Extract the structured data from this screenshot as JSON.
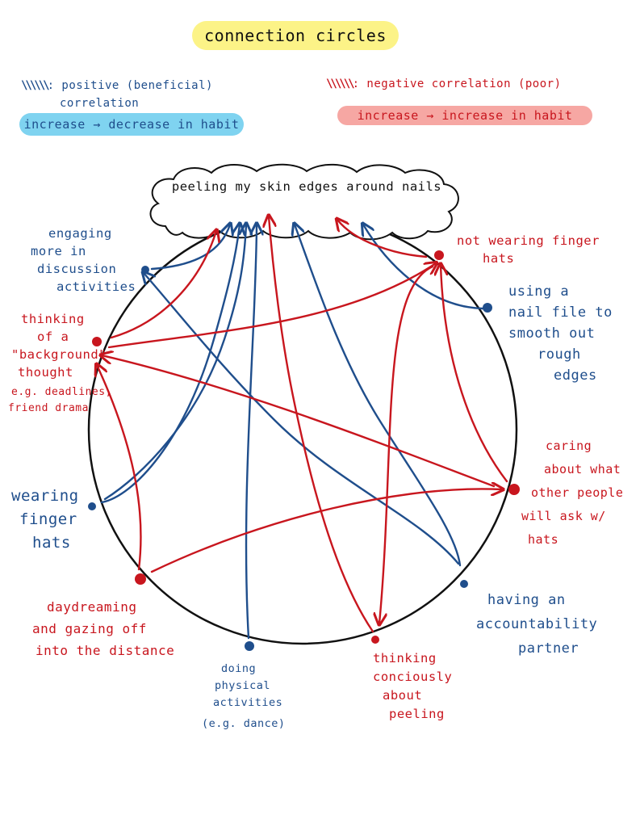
{
  "title": "connection circles",
  "legend": {
    "positive": {
      "mark": "\\\\\\\\\\\\",
      "line1": ": positive (beneficial)",
      "line2": "correlation",
      "rule": "increase → decrease in habit"
    },
    "negative": {
      "mark": "\\\\\\\\\\\\",
      "line1": ": negative correlation (poor)",
      "rule": "increase → increase in habit"
    }
  },
  "center": "peeling my skin edges around nails",
  "nodes": {
    "engaging": [
      "engaging",
      "more in",
      "discussion",
      "activities"
    ],
    "not_wearing": [
      "not wearing finger",
      "hats"
    ],
    "nail_file": [
      "using a",
      "nail file to",
      "smooth out",
      "rough",
      "edges"
    ],
    "background": [
      "thinking",
      "of a",
      "\"background\"",
      "thought"
    ],
    "background_example": [
      "e.g. deadlines,",
      "friend drama"
    ],
    "caring": [
      "caring",
      "about what",
      "other people",
      "will ask w/",
      "hats"
    ],
    "wearing": [
      "wearing",
      "finger",
      "hats"
    ],
    "accountability": [
      "having an",
      "accountability",
      "partner"
    ],
    "daydreaming": [
      "daydreaming",
      "and gazing off",
      "into the distance"
    ],
    "physical": [
      "doing",
      "physical",
      "activities"
    ],
    "physical_example": "(e.g. dance)",
    "thinking_peeling": [
      "thinking",
      "conciously",
      "about",
      "peeling"
    ]
  },
  "colors": {
    "positive": "#1f4e8c",
    "negative": "#c8161e",
    "highlight_blue": "#7fd3f0",
    "highlight_red": "#f6a7a3",
    "highlight_yellow": "#fcf387"
  },
  "icons": [
    "cloud-shape",
    "arrow-right-icon"
  ]
}
